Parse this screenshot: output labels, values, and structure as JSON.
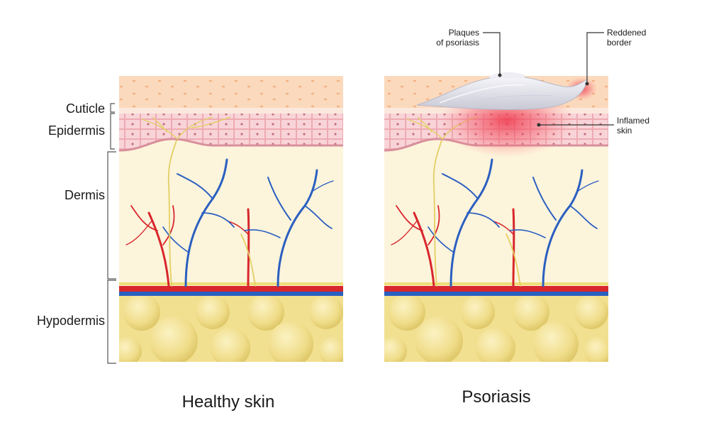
{
  "layers": {
    "cuticle": "Cuticle",
    "epidermis": "Epidermis",
    "dermis": "Dermis",
    "hypodermis": "Hypodermis"
  },
  "captions": {
    "healthy": "Healthy skin",
    "psoriasis": "Psoriasis"
  },
  "callouts": {
    "plaques_line1": "Plaques",
    "plaques_line2": "of psoriasis",
    "border_line1": "Reddened",
    "border_line2": "border",
    "inflamed_line1": "Inflamed",
    "inflamed_line2": "skin"
  },
  "colors": {
    "cuticle": "#fbd8bb",
    "epidermis": "#f7cfd3",
    "dermis": "#fdf4dc",
    "hypodermis": "#f3e39a",
    "artery": "#d8262c",
    "vein": "#2a5fc0",
    "nerve": "#e8d76a",
    "inflammation": "#f0364a",
    "plaque": "#e8e8ee"
  }
}
